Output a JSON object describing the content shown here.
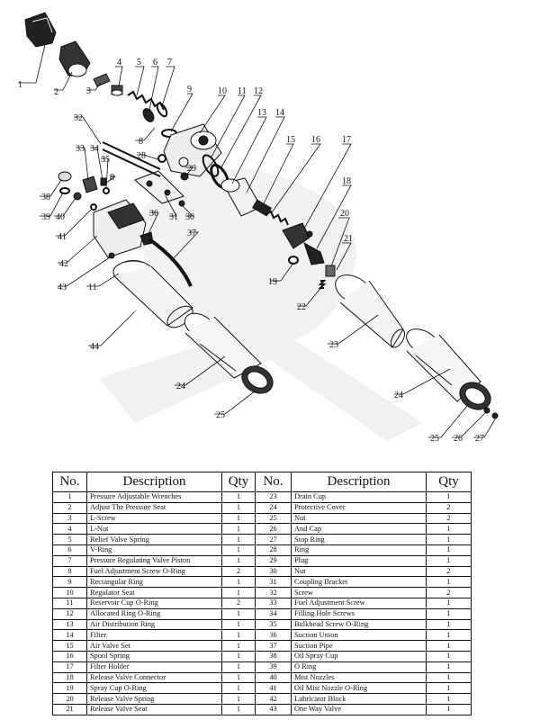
{
  "callouts": [
    {
      "id": "c1",
      "label": "1"
    },
    {
      "id": "c2",
      "label": "2"
    },
    {
      "id": "c3",
      "label": "3"
    },
    {
      "id": "c4",
      "label": "4"
    },
    {
      "id": "c5",
      "label": "5"
    },
    {
      "id": "c6",
      "label": "6"
    },
    {
      "id": "c7",
      "label": "7"
    },
    {
      "id": "c8",
      "label": "8"
    },
    {
      "id": "c9",
      "label": "9"
    },
    {
      "id": "c10",
      "label": "10"
    },
    {
      "id": "c11",
      "label": "11"
    },
    {
      "id": "c12",
      "label": "12"
    },
    {
      "id": "c13",
      "label": "13"
    },
    {
      "id": "c14",
      "label": "14"
    },
    {
      "id": "c15",
      "label": "15"
    },
    {
      "id": "c16",
      "label": "16"
    },
    {
      "id": "c17",
      "label": "17"
    },
    {
      "id": "c18",
      "label": "18"
    },
    {
      "id": "c19",
      "label": "19"
    },
    {
      "id": "c20",
      "label": "20"
    },
    {
      "id": "c21",
      "label": "21"
    },
    {
      "id": "c22",
      "label": "22"
    },
    {
      "id": "c23",
      "label": "23"
    },
    {
      "id": "c24a",
      "label": "24"
    },
    {
      "id": "c24b",
      "label": "24"
    },
    {
      "id": "c25a",
      "label": "25"
    },
    {
      "id": "c25b",
      "label": "25"
    },
    {
      "id": "c26",
      "label": "26"
    },
    {
      "id": "c27",
      "label": "27"
    },
    {
      "id": "c28",
      "label": "28"
    },
    {
      "id": "c29",
      "label": "29"
    },
    {
      "id": "c30",
      "label": "30"
    },
    {
      "id": "c31",
      "label": "31"
    },
    {
      "id": "c32",
      "label": "32"
    },
    {
      "id": "c33",
      "label": "33"
    },
    {
      "id": "c34",
      "label": "34"
    },
    {
      "id": "c35",
      "label": "35"
    },
    {
      "id": "c36",
      "label": "36"
    },
    {
      "id": "c37",
      "label": "37"
    },
    {
      "id": "c38",
      "label": "38"
    },
    {
      "id": "c39",
      "label": "39"
    },
    {
      "id": "c40",
      "label": "40"
    },
    {
      "id": "c41",
      "label": "41"
    },
    {
      "id": "c42",
      "label": "42"
    },
    {
      "id": "c43",
      "label": "43"
    },
    {
      "id": "c44",
      "label": "44"
    },
    {
      "id": "c8b",
      "label": "8"
    },
    {
      "id": "c11b",
      "label": "11"
    }
  ],
  "table": {
    "headers": {
      "no": "No.",
      "description": "Description",
      "qty": "Qty"
    },
    "rows": [
      {
        "no_l": "1",
        "desc_l": "Pressure Adjustable Wrenches",
        "qty_l": "1",
        "no_r": "23",
        "desc_r": "Drain Cup",
        "qty_r": "1"
      },
      {
        "no_l": "2",
        "desc_l": "Adjust The Pressure Seat",
        "qty_l": "1",
        "no_r": "24",
        "desc_r": "Protective Cover",
        "qty_r": "2"
      },
      {
        "no_l": "3",
        "desc_l": "L-Screw",
        "qty_l": "1",
        "no_r": "25",
        "desc_r": "Nut",
        "qty_r": "2"
      },
      {
        "no_l": "4",
        "desc_l": "L-Nut",
        "qty_l": "1",
        "no_r": "26",
        "desc_r": "And Cap",
        "qty_r": "1"
      },
      {
        "no_l": "5",
        "desc_l": "Relief Valve Spring",
        "qty_l": "1",
        "no_r": "27",
        "desc_r": "Stop Ring",
        "qty_r": "1"
      },
      {
        "no_l": "6",
        "desc_l": "V-Ring",
        "qty_l": "1",
        "no_r": "28",
        "desc_r": "Ring",
        "qty_r": "1"
      },
      {
        "no_l": "7",
        "desc_l": "Pressure Regulating Valve Piston",
        "qty_l": "1",
        "no_r": "29",
        "desc_r": "Plug",
        "qty_r": "1"
      },
      {
        "no_l": "8",
        "desc_l": "Fuel Adjustment Screw O-Ring",
        "qty_l": "2",
        "no_r": "30",
        "desc_r": "Nut",
        "qty_r": "2"
      },
      {
        "no_l": "9",
        "desc_l": "Rectangular Ring",
        "qty_l": "1",
        "no_r": "31",
        "desc_r": "Coupling Bracket",
        "qty_r": "1"
      },
      {
        "no_l": "10",
        "desc_l": "Regulator Seat",
        "qty_l": "1",
        "no_r": "32",
        "desc_r": "Screw",
        "qty_r": "2"
      },
      {
        "no_l": "11",
        "desc_l": "Reservoir Cup O-Ring",
        "qty_l": "2",
        "no_r": "33",
        "desc_r": "Fuel Adjustment Screw",
        "qty_r": "1"
      },
      {
        "no_l": "12",
        "desc_l": "Allocated Ring O-Ring",
        "qty_l": "1",
        "no_r": "34",
        "desc_r": "Filling Hole Screws",
        "qty_r": "1"
      },
      {
        "no_l": "13",
        "desc_l": "Air Distribution Ring",
        "qty_l": "1",
        "no_r": "35",
        "desc_r": "Bulkhead Screw O-Ring",
        "qty_r": "1"
      },
      {
        "no_l": "14",
        "desc_l": "Filter",
        "qty_l": "1",
        "no_r": "36",
        "desc_r": "Suction Union",
        "qty_r": "1"
      },
      {
        "no_l": "15",
        "desc_l": "Air Valve Set",
        "qty_l": "1",
        "no_r": "37",
        "desc_r": "Suction Pipe",
        "qty_r": "1"
      },
      {
        "no_l": "16",
        "desc_l": "Spool Spring",
        "qty_l": "1",
        "no_r": "38",
        "desc_r": "Oil Spray Cup",
        "qty_r": "1"
      },
      {
        "no_l": "17",
        "desc_l": "Filter Holder",
        "qty_l": "1",
        "no_r": "39",
        "desc_r": "O Ring",
        "qty_r": "1"
      },
      {
        "no_l": "18",
        "desc_l": "Release Valve Connector",
        "qty_l": "1",
        "no_r": "40",
        "desc_r": "Mist Nozzles",
        "qty_r": "1"
      },
      {
        "no_l": "19",
        "desc_l": "Spray Cup O-Ring",
        "qty_l": "1",
        "no_r": "41",
        "desc_r": "Oil Mist Nozzle O-Ring",
        "qty_r": "1"
      },
      {
        "no_l": "20",
        "desc_l": "Release Valve Spring",
        "qty_l": "1",
        "no_r": "42",
        "desc_r": "Lubricator Block",
        "qty_r": "1"
      },
      {
        "no_l": "21",
        "desc_l": "Release Valve Seat",
        "qty_l": "1",
        "no_r": "43",
        "desc_r": "One Way Valve",
        "qty_r": "1"
      }
    ]
  }
}
